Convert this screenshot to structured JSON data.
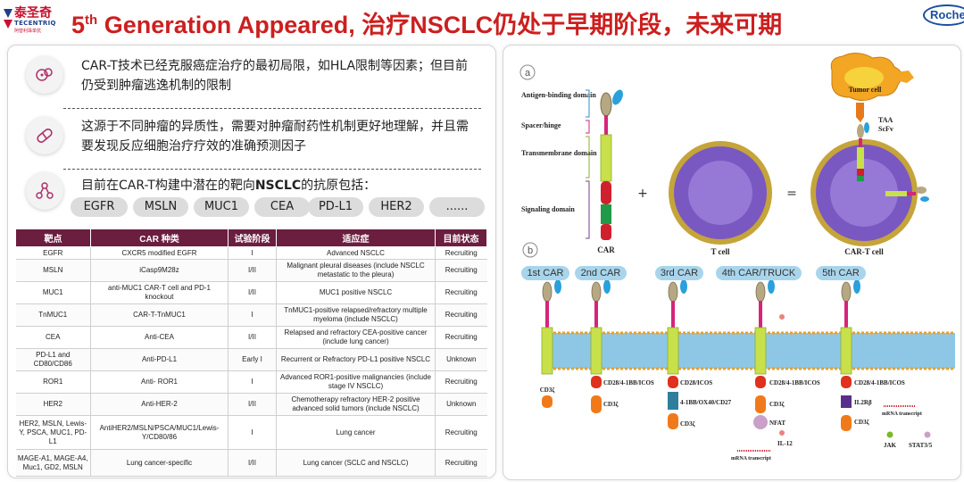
{
  "header": {
    "logo_cn": "泰圣奇",
    "logo_en": "TECENTRIQ",
    "logo_sub": "阿替利珠单抗",
    "title_prefix": "5",
    "title_sup": "th",
    "title_main": " Generation Appeared, 治疗NSCLC仍处于早期阶段，未来可期",
    "brand": "Roche"
  },
  "points": [
    {
      "text": "CAR-T技术已经克服癌症治疗的最初局限，如HLA限制等因素；但目前仍受到肿瘤逃逸机制的限制",
      "icon": "cells-icon"
    },
    {
      "text": "这源于不同肿瘤的异质性，需要对肿瘤耐药性机制更好地理解，并且需要发现反应细胞治疗疗效的准确预测因子",
      "icon": "capsule-icon"
    },
    {
      "text_before": "目前在CAR-T构建中潜在的靶向",
      "text_bold": "NSCLC",
      "text_after": "的抗原包括：",
      "icon": "molecule-icon"
    }
  ],
  "antigen_tags": [
    "EGFR",
    "MSLN",
    "MUC1",
    "CEA",
    "PD-L1",
    "HER2",
    "......"
  ],
  "table": {
    "headers": [
      "靶点",
      "CAR 种类",
      "试验阶段",
      "适应症",
      "目前状态"
    ],
    "rows": [
      [
        "EGFR",
        "CXCR5 modified EGFR",
        "I",
        "Advanced NSCLC",
        "Recruiting"
      ],
      [
        "MSLN",
        "iCasp9M28z",
        "I/II",
        "Malignant pleural diseases (include NSCLC metastatic to the pleura)",
        "Recruiting"
      ],
      [
        "MUC1",
        "anti-MUC1 CAR-T cell and PD-1 knockout",
        "I/II",
        "MUC1 positive NSCLC",
        "Recruiting"
      ],
      [
        "TnMUC1",
        "CAR-T-TnMUC1",
        "I",
        "TnMUC1-positive relapsed/refractory multiple myeloma (include NSCLC)",
        "Recruiting"
      ],
      [
        "CEA",
        "Anti-CEA",
        "I/II",
        "Relapsed and refractory CEA-positive cancer (include lung cancer)",
        "Recruiting"
      ],
      [
        "PD-L1 and CD80/CD86",
        "Anti-PD-L1",
        "Early I",
        "Recurrent or Refractory PD-L1 positive NSCLC",
        "Unknown"
      ],
      [
        "ROR1",
        "Anti- ROR1",
        "I",
        "Advanced ROR1-positive malignancies (include stage IV NSCLC)",
        "Recruiting"
      ],
      [
        "HER2",
        "Anti-HER-2",
        "I/II",
        "Chemotherapy refractory HER-2 positive advanced solid tumors (include NSCLC)",
        "Unknown"
      ],
      [
        "HER2, MSLN, Lewis-Y, PSCA, MUC1, PD-L1",
        "AntiHER2/MSLN/PSCA/MUC1/Lewis-Y/CD80/86",
        "I",
        "Lung cancer",
        "Recruiting"
      ],
      [
        "MAGE-A1, MAGE-A4, Muc1, GD2, MSLN",
        "Lung cancer-specific",
        "I/II",
        "Lung cancer (SCLC and NSCLC)",
        "Recruiting"
      ]
    ]
  },
  "figure": {
    "panel_a": "a",
    "panel_b": "b",
    "domain_labels": [
      "Antigen-binding domain",
      "Spacer/hinge",
      "Transmembrane domain",
      "Signaling domain"
    ],
    "car_label": "CAR",
    "tcell_label": "T cell",
    "cart_label": "CAR-T cell",
    "tumor_label": "Tumor cell",
    "taa_label": "TAA",
    "scfv_label": "ScFv",
    "plus": "+",
    "equals": "=",
    "generations": [
      "1st CAR",
      "2nd CAR",
      "3rd CAR",
      "4th CAR/TRUCK",
      "5th CAR"
    ],
    "cd3z": "CD3ζ",
    "costim_2": "CD28/4-1BB/ICOS",
    "costim_3a": "CD28/ICOS",
    "costim_3b": "4-1BB/OX40/CD27",
    "costim_4": "CD28/4-1BB/ICOS",
    "costim_5": "CD28/4-1BB/ICOS",
    "nfat": "NFAT",
    "il12": "IL-12",
    "mrna": "mRNA transcript",
    "il2rb": "IL2Rβ",
    "jak": "JAK",
    "stat": "STAT3/5",
    "colors": {
      "membrane": "#8ec7e6",
      "pink_stalk": "#d6257a",
      "tm_green": "#c8e04a",
      "costim_red": "#e0301e",
      "cd3z_orange": "#f07a1a",
      "tumor": "#f2a623"
    }
  }
}
